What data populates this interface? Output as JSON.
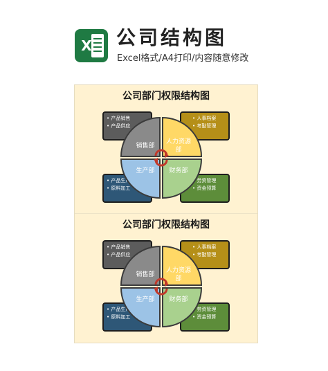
{
  "header": {
    "app_icon": "excel-icon",
    "app_icon_letter": "X",
    "title": "公司结构图",
    "subtitle": "Excel格式/A4打印/内容随意修改"
  },
  "colors": {
    "excel_green": "#1f7a43",
    "document_bg": "#fff2d1",
    "sales": "#8a8a8a",
    "hr": "#ffd866",
    "production": "#9cc3e6",
    "finance": "#a9d18e",
    "sales_box": "#5c5c5c",
    "hr_box": "#b58f18",
    "production_box": "#2e5777",
    "finance_box": "#5d8d3a",
    "center_arrow": "#c0392b"
  },
  "panels": [
    {
      "title": "公司部门权限结构图",
      "quadrants": {
        "sales": "销售部",
        "hr": "人力资源部",
        "production": "生产部",
        "finance": "财务部"
      },
      "boxes": {
        "sales": [
          "• 产品销售",
          "• 产品供应"
        ],
        "hr": [
          "• 人事档案",
          "• 考勤管理"
        ],
        "production": [
          "• 产品生产",
          "• 原料加工"
        ],
        "finance": [
          "• 劳资管理",
          "• 资金预算"
        ]
      }
    },
    {
      "title": "公司部门权限结构图",
      "quadrants": {
        "sales": "销售部",
        "hr": "人力资源部",
        "production": "生产部",
        "finance": "财务部"
      },
      "boxes": {
        "sales": [
          "• 产品销售",
          "• 产品供应"
        ],
        "hr": [
          "• 人事档案",
          "• 考勤管理"
        ],
        "production": [
          "• 产品生产",
          "• 原料加工"
        ],
        "finance": [
          "• 劳资管理",
          "• 资金预算"
        ]
      }
    }
  ]
}
